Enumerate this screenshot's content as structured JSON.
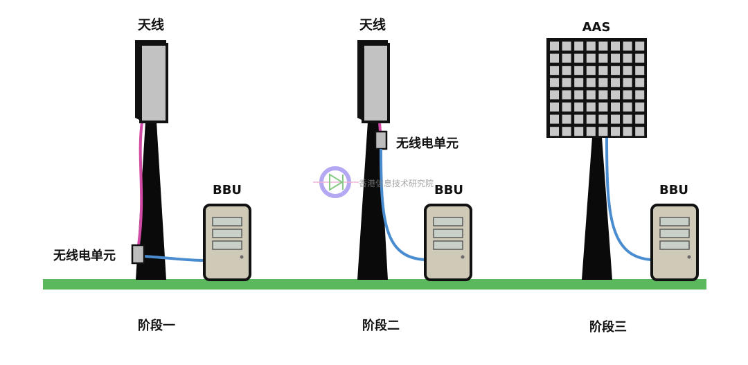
{
  "colors": {
    "ground": "#5cb85c",
    "tower": "#0a0a0a",
    "panel_face": "#c2c2c2",
    "panel_side": "#111111",
    "feeder_cable": "#d04aa6",
    "fiber_cable": "#4a8cd0",
    "bbu_body": "#cfcab8",
    "bbu_edge": "#111111",
    "watermark": "#9b8cf0"
  },
  "icons": {
    "antenna": "antenna-panel-icon",
    "aas": "aas-array-icon",
    "rru": "radio-unit-icon",
    "bbu": "bbu-server-icon",
    "watermark": "watermark-logo-icon"
  },
  "stages": [
    {
      "title": "阶段一",
      "antenna_label": "天线",
      "rru_label": "无线电单元",
      "bbu_label": "BBU"
    },
    {
      "title": "阶段二",
      "antenna_label": "天线",
      "rru_label": "无线电单元",
      "bbu_label": "BBU"
    },
    {
      "title": "阶段三",
      "antenna_label": "AAS",
      "bbu_label": "BBU"
    }
  ],
  "watermark_text": "香港信息技术研究院"
}
